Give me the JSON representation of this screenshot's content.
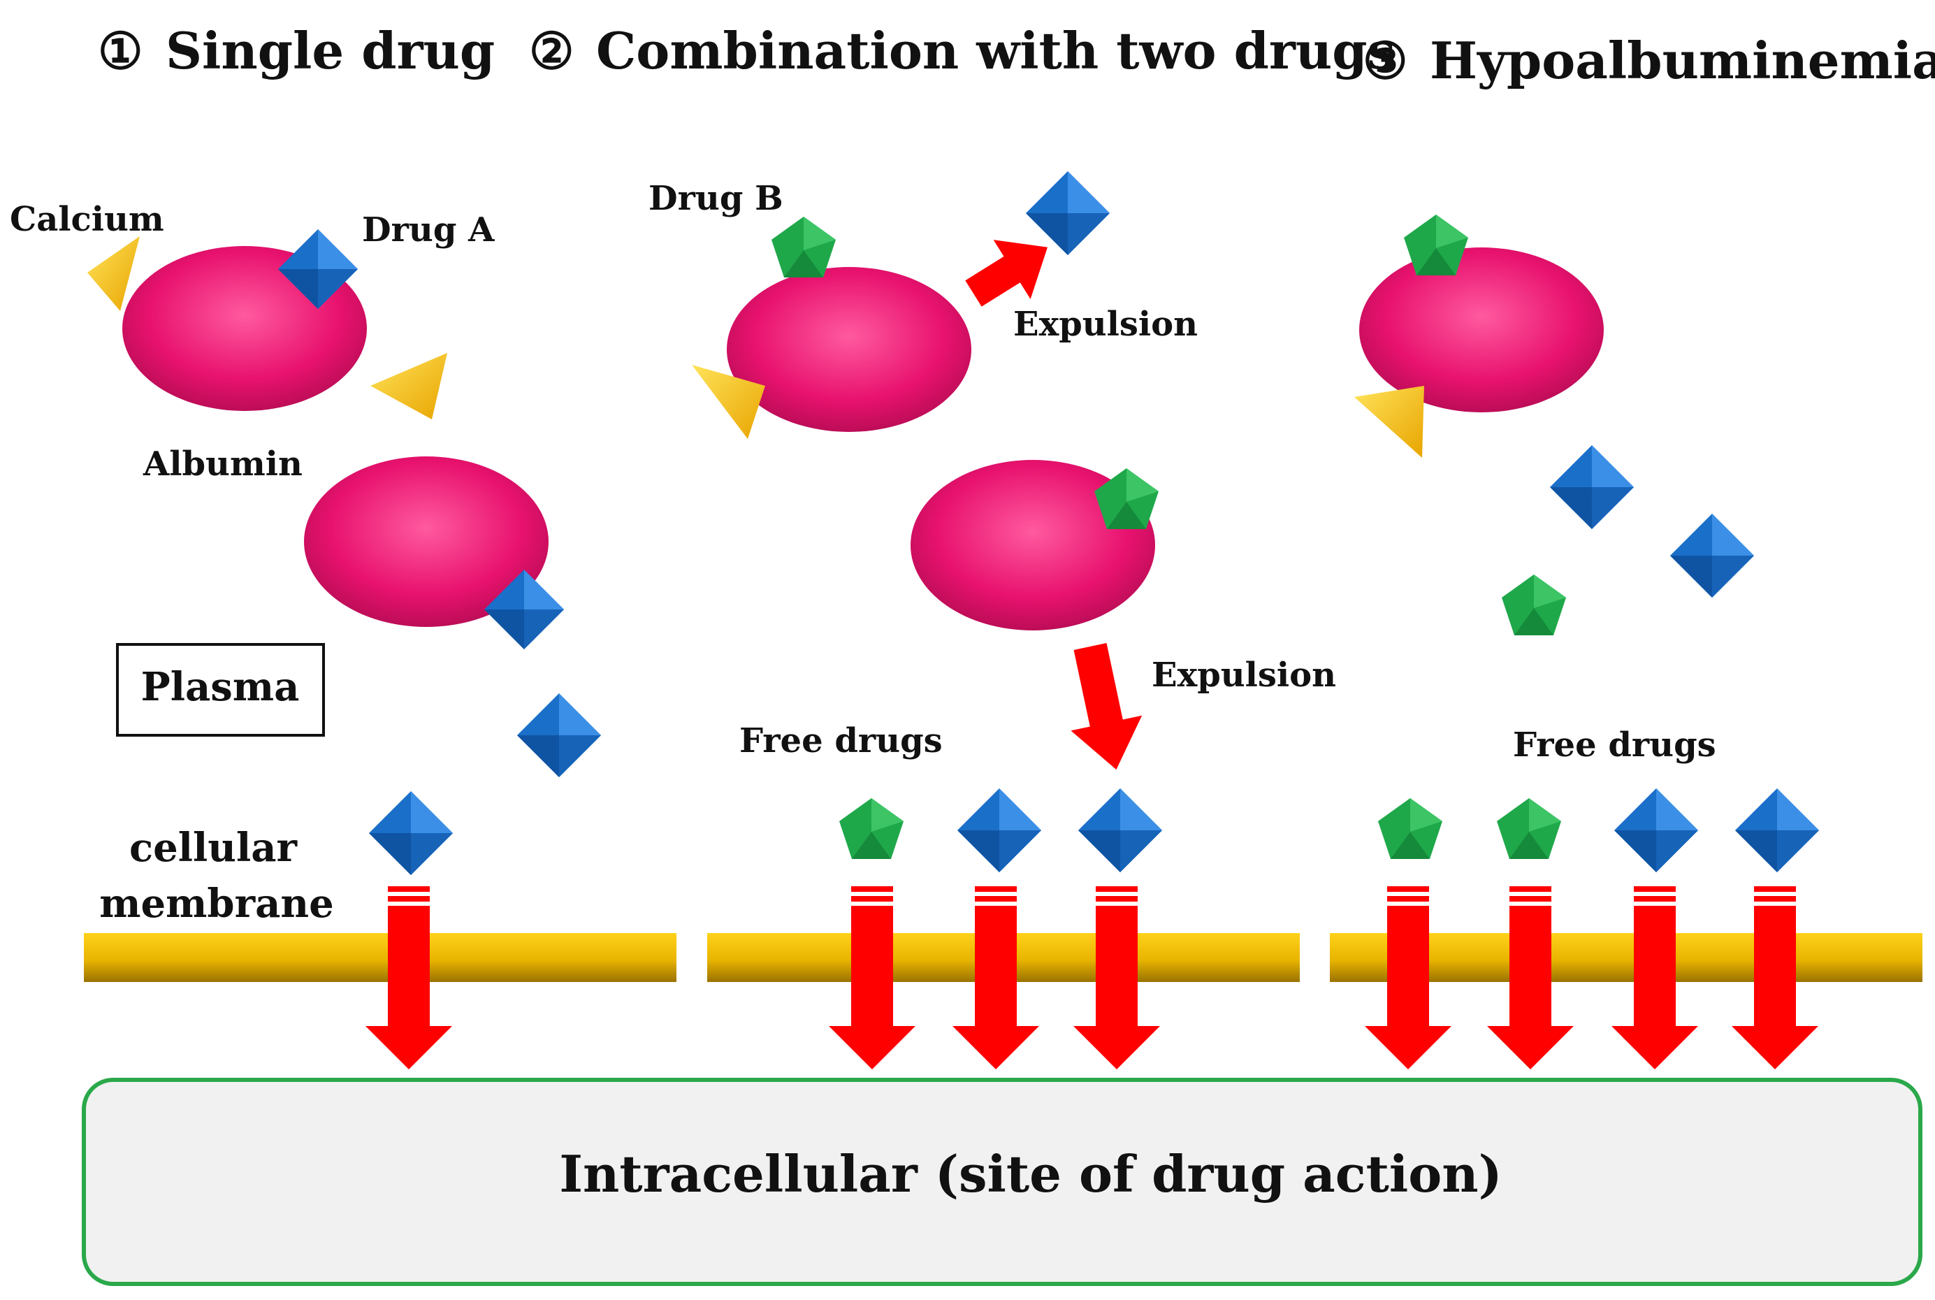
{
  "panels": {
    "p1": {
      "number": "①",
      "title": "Single drug"
    },
    "p2": {
      "number": "②",
      "title": "Combination with two drugs"
    },
    "p3": {
      "number": "③",
      "title": "Hypoalbuminemia"
    }
  },
  "labels": {
    "calcium": "Calcium",
    "drug_a": "Drug A",
    "drug_b": "Drug B",
    "albumin": "Albumin",
    "plasma": "Plasma",
    "membrane_line1": "cellular",
    "membrane_line2": "membrane",
    "expulsion_top": "Expulsion",
    "expulsion_mid": "Expulsion",
    "free_drugs_2": "Free drugs",
    "free_drugs_3": "Free drugs",
    "intracellular": "Intracellular (site of drug action)"
  },
  "colors": {
    "albumin": "#e8126e",
    "drug_a": "#1a6fc9",
    "drug_b": "#1fa84a",
    "calcium": "#f5c018",
    "arrow": "#ff0000",
    "membrane": "#e8b800",
    "intracellular_fill": "#f1f1f1",
    "intracellular_border": "#2aa84a"
  }
}
